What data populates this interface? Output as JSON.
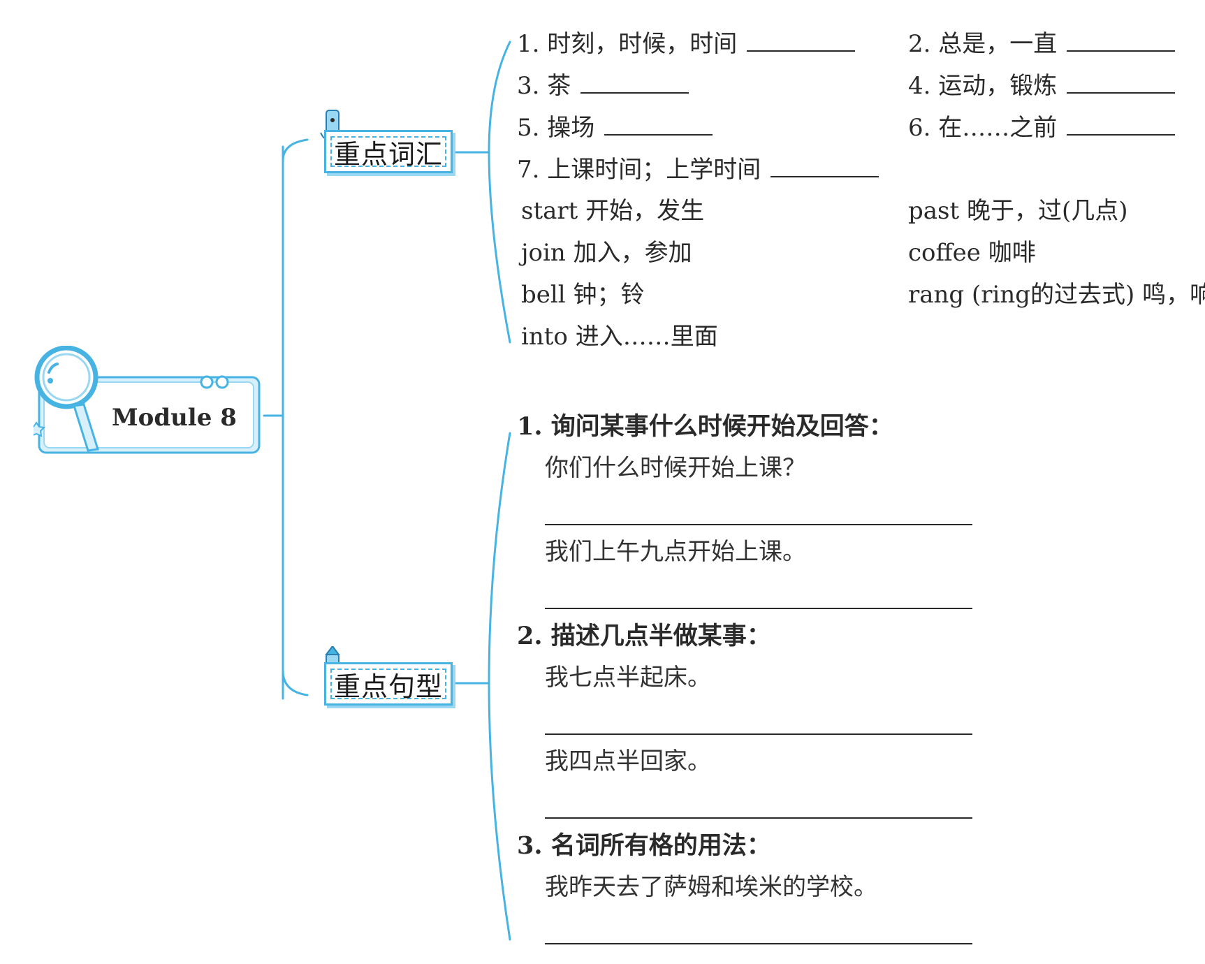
{
  "module": {
    "title": "Module 8"
  },
  "colors": {
    "accent": "#47b3e3",
    "accent_light": "#9ad7f2",
    "accent_fill": "#d8f0fb",
    "text": "#2a2a2a"
  },
  "icons": {
    "module_card": "magnifying-glass-icon",
    "vocab_mascot": "pencil-mascot-icon",
    "sentence_mascot": "crayon-mascot-icon"
  },
  "vocabulary": {
    "label": "重点词汇",
    "fill_items": [
      {
        "text": "1. 时刻，时候，时间"
      },
      {
        "text": "2. 总是，一直"
      },
      {
        "text": "3. 茶"
      },
      {
        "text": "4. 运动，锻炼"
      },
      {
        "text": "5. 操场"
      },
      {
        "text": "6. 在……之前"
      },
      {
        "text": "7. 上课时间；上学时间"
      }
    ],
    "phrases": [
      "start 开始，发生",
      "past 晚于，过(几点)",
      "join 加入，参加",
      "coffee 咖啡",
      "bell 钟；铃",
      "rang (ring的过去式) 鸣，响",
      "into 进入……里面"
    ]
  },
  "sentences": {
    "label": "重点句型",
    "groups": [
      {
        "heading": "1. 询问某事什么时候开始及回答：",
        "items": [
          "你们什么时候开始上课？",
          "我们上午九点开始上课。"
        ]
      },
      {
        "heading": "2. 描述几点半做某事：",
        "items": [
          "我七点半起床。",
          "我四点半回家。"
        ]
      },
      {
        "heading": "3. 名词所有格的用法：",
        "items": [
          "我昨天去了萨姆和埃米的学校。"
        ]
      }
    ]
  }
}
